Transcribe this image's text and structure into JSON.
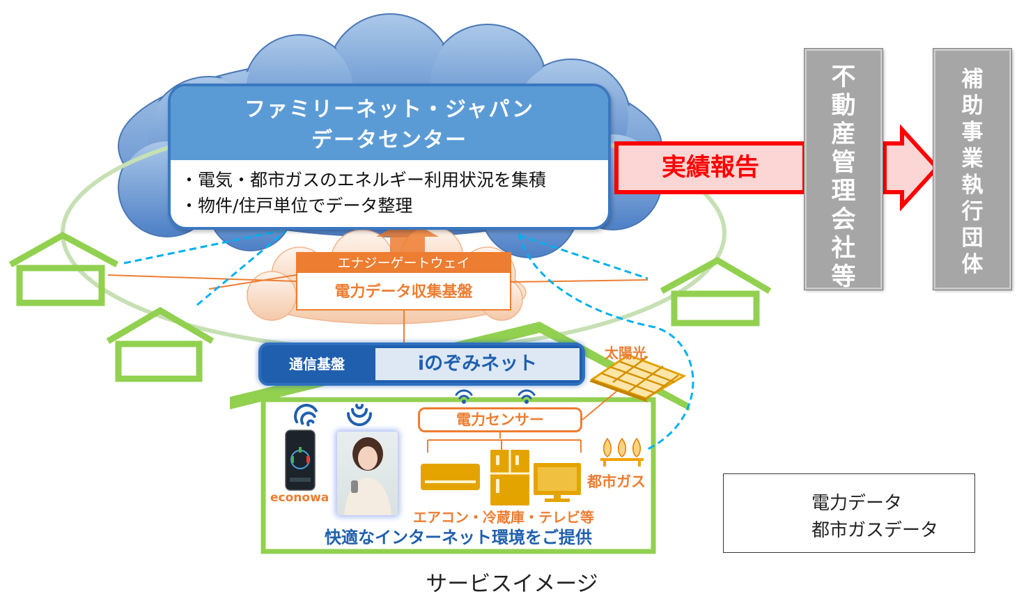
{
  "datacenter": {
    "title_line1": "ファミリーネット・ジャパン",
    "title_line2": "データセンター",
    "bullet1": "・電気・都市ガスのエネルギー利用状況を集積",
    "bullet2": "・物件/住戸単位でデータ整理"
  },
  "report_arrow": {
    "label": "実績報告"
  },
  "management": {
    "label": "不動産管理会社等",
    "chars": [
      "不",
      "動",
      "産",
      "管",
      "理",
      "会",
      "社",
      "等"
    ]
  },
  "subsidy": {
    "label": "補助事業執行団体",
    "chars": [
      "補",
      "助",
      "事",
      "業",
      "執",
      "行",
      "団",
      "体"
    ]
  },
  "gateway": {
    "header": "エナジーゲートウェイ",
    "body": "電力データ収集基盤"
  },
  "network": {
    "left_label": "通信基盤",
    "right_label": "iのぞみネット"
  },
  "solar": {
    "label": "太陽光"
  },
  "sensor": {
    "label": "電力センサー"
  },
  "app": {
    "label": "econowa"
  },
  "appliances": {
    "label": "エアコン・冷蔵庫・テレビ等"
  },
  "gas": {
    "label": "都市ガス"
  },
  "home_caption": {
    "label": "快適なインターネット環境をご提供"
  },
  "legend": {
    "power": "電力データ",
    "gas": "都市ガスデータ"
  },
  "caption": {
    "label": "サービスイメージ"
  },
  "colors": {
    "power_line": "#ed7d31",
    "gas_line": "#00b0f0",
    "house_green": "#92d050",
    "datacenter_blue": "#5b9bd5",
    "report_red": "#ff0000",
    "box_gray": "#a6a6a6",
    "network_blue": "#1f5fae"
  }
}
